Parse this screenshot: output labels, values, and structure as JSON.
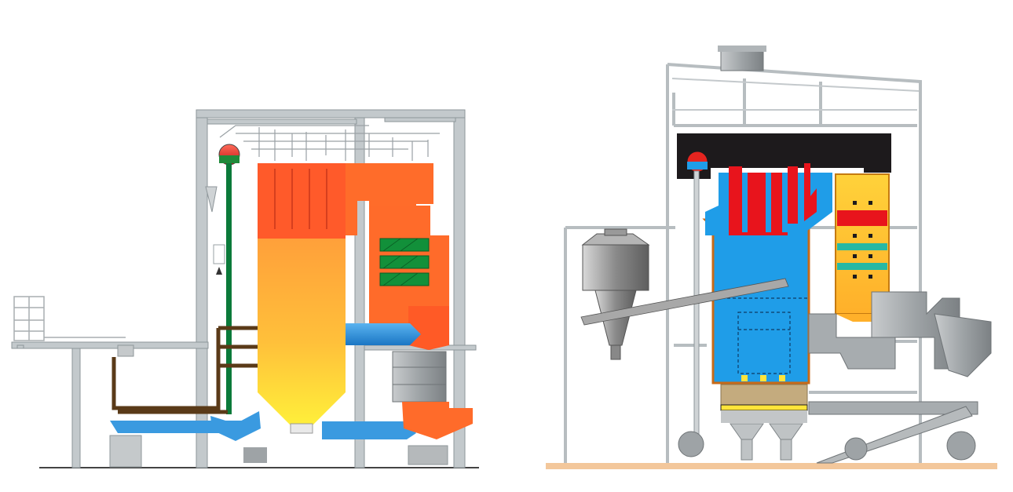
{
  "figure": {
    "panels": [
      {
        "id": "left",
        "kind": "pulverized-coal-boiler"
      },
      {
        "id": "right",
        "kind": "fluidized-bed-boiler"
      }
    ]
  },
  "colors": {
    "background": "#ffffff",
    "steel": "#b9bfc2",
    "steel_dark": "#8e969a",
    "flame_top": "#ff5a2a",
    "flame_mid": "#ff9a30",
    "flame_bottom": "#ffef3a",
    "water_wall": "#1f9de8",
    "flue_duct": "#2f8fd6",
    "superheater_red": "#e8141c",
    "green_bank": "#0f8a3a",
    "riser_green": "#0a7a3a",
    "brown_pipe": "#5a3a1a",
    "roof_black": "#1d1a1c",
    "cyclone_grey": "#9a9a9a",
    "bed_tan": "#c4ab7e",
    "ground": "#f2c89a",
    "drum_red": "#e5241f"
  }
}
